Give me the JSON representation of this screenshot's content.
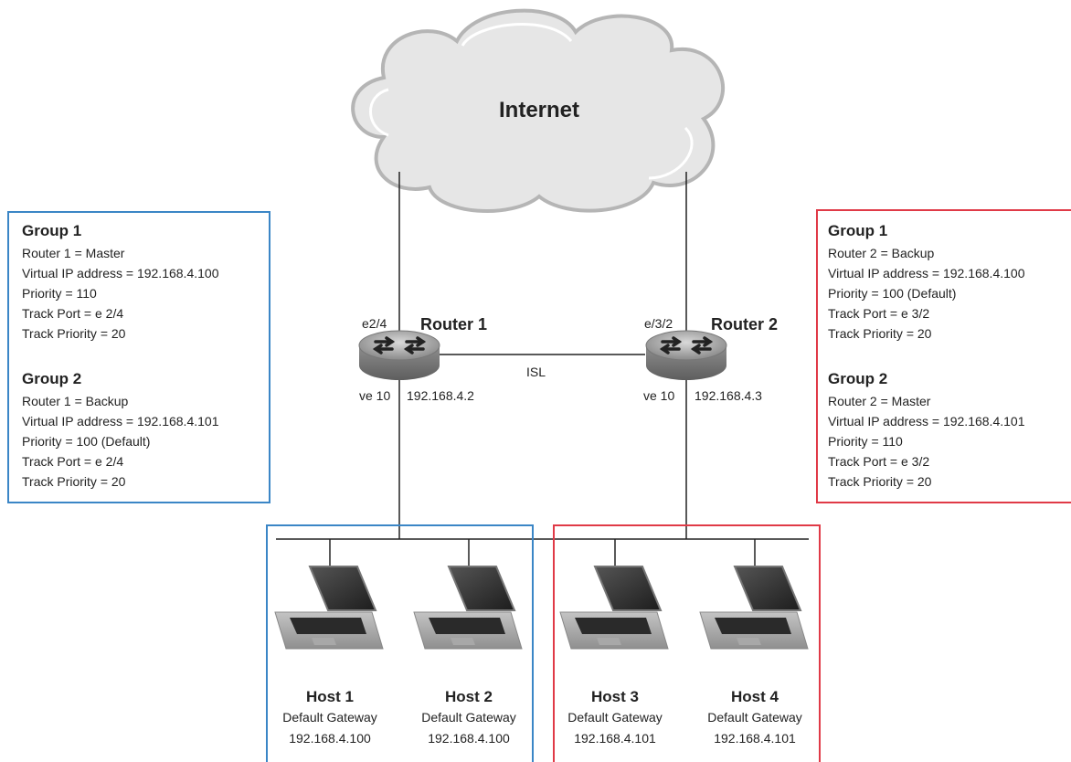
{
  "cloud": {
    "label": "Internet"
  },
  "routers": [
    {
      "name": "Router 1",
      "port": "e2/4",
      "ve": "ve 10",
      "ip": "192.168.4.2"
    },
    {
      "name": "Router 2",
      "port": "e/3/2",
      "ve": "ve 10",
      "ip": "192.168.4.3"
    }
  ],
  "isl_label": "ISL",
  "left_panel": {
    "groups": [
      {
        "title": "Group 1",
        "lines": [
          "Router 1 = Master",
          "Virtual IP address = 192.168.4.100",
          "Priority = 110",
          "Track Port = e 2/4",
          "Track Priority = 20"
        ]
      },
      {
        "title": "Group 2",
        "lines": [
          "Router 1 = Backup",
          "Virtual IP address = 192.168.4.101",
          "Priority = 100 (Default)",
          "Track Port = e 2/4",
          "Track Priority = 20"
        ]
      }
    ]
  },
  "right_panel": {
    "groups": [
      {
        "title": "Group 1",
        "lines": [
          "Router 2 = Backup",
          "Virtual IP address = 192.168.4.100",
          "Priority = 100 (Default)",
          "Track Port = e 3/2",
          "Track Priority = 20"
        ]
      },
      {
        "title": "Group 2",
        "lines": [
          "Router 2 = Master",
          "Virtual IP address = 192.168.4.101",
          "Priority = 110",
          "Track Port = e 3/2",
          "Track Priority = 20"
        ]
      }
    ]
  },
  "hosts": [
    {
      "name": "Host 1",
      "gateway_label": "Default Gateway",
      "gateway_ip": "192.168.4.100"
    },
    {
      "name": "Host 2",
      "gateway_label": "Default Gateway",
      "gateway_ip": "192.168.4.100"
    },
    {
      "name": "Host 3",
      "gateway_label": "Default Gateway",
      "gateway_ip": "192.168.4.101"
    },
    {
      "name": "Host 4",
      "gateway_label": "Default Gateway",
      "gateway_ip": "192.168.4.101"
    }
  ],
  "colors": {
    "blue": "#3b86c6",
    "red": "#e03a47",
    "line": "#222222",
    "cloud": "#e6e6e6"
  }
}
